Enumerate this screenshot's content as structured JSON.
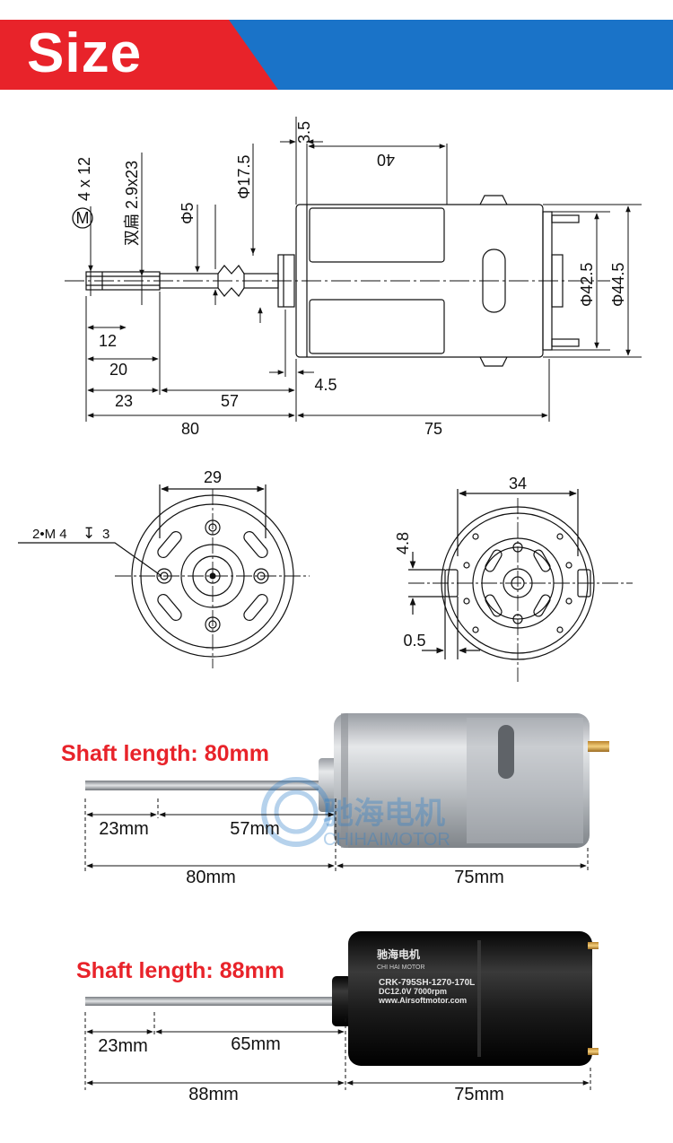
{
  "header": {
    "title": "Size",
    "colors": {
      "red": "#e8232a",
      "blue": "#1a73c8"
    }
  },
  "drawing": {
    "thread_label": "4 x 12",
    "thread_symbol": "M",
    "flat_label": "双扁 2.9x23",
    "dia_shaft": "Φ5",
    "dia_boss": "Φ17.5",
    "top_3_5": "3.5",
    "top_40": "40",
    "dia_42_5": "Φ42.5",
    "dia_44_5": "Φ44.5",
    "dim_12": "12",
    "dim_20": "20",
    "dim_4_5": "4.5",
    "dim_23": "23",
    "dim_57": "57",
    "dim_80": "80",
    "dim_75": "75"
  },
  "front_view": {
    "dim_29": "29",
    "hole_note_prefix": "2•M 4",
    "hole_note_symbol": "↧",
    "hole_note_depth": "3"
  },
  "rear_view": {
    "dim_34": "34",
    "dim_4_8": "4.8",
    "dim_0_5": "0.5"
  },
  "motor_silver": {
    "shaft_length": "Shaft length: 80mm",
    "dim_23": "23mm",
    "dim_57": "57mm",
    "dim_80": "80mm",
    "dim_75": "75mm",
    "watermark_cn": "驰海电机",
    "watermark_en": "CHIHAIMOTOR"
  },
  "motor_black": {
    "shaft_length": "Shaft length: 88mm",
    "dim_23": "23mm",
    "dim_65": "65mm",
    "dim_88": "88mm",
    "dim_75": "75mm",
    "brand_cn": "驰海电机",
    "brand_en": "CHI HAI MOTOR",
    "model": "CRK-795SH-1270-170L",
    "rating": "DC12.0V 7000rpm",
    "website": "www.Airsoftmotor.com"
  }
}
